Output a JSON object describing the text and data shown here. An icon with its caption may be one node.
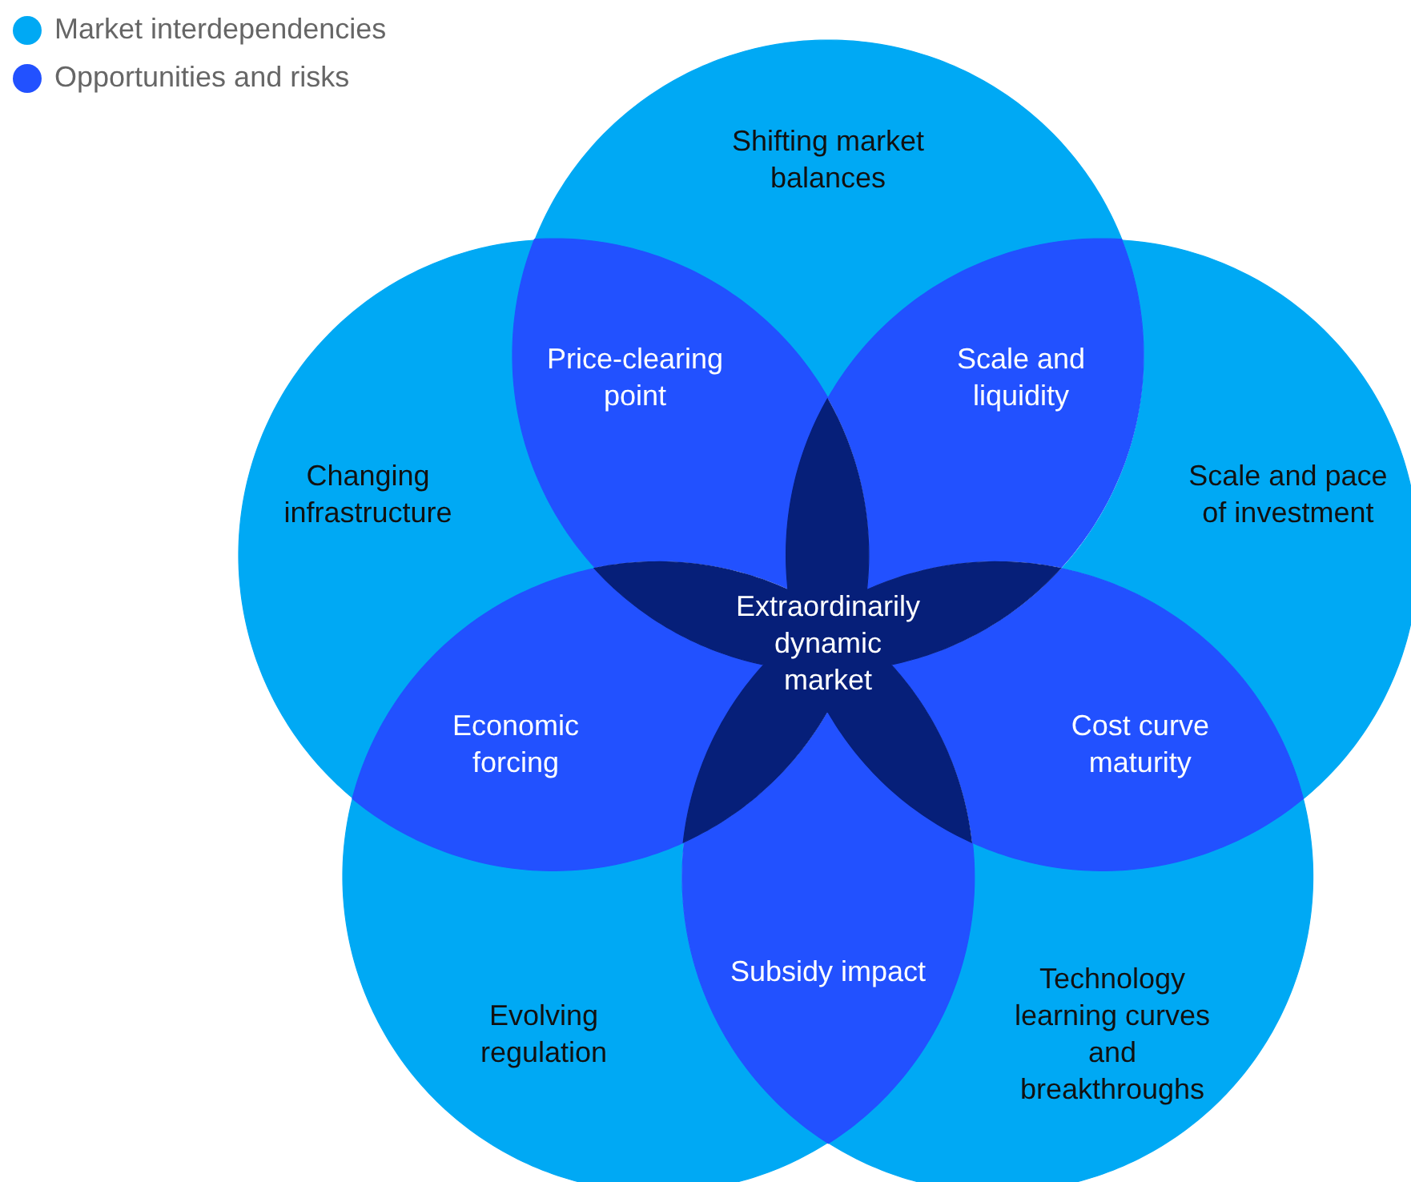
{
  "diagram": {
    "nodes": [
      {
        "text": [
          "Shifting market balances"
        ]
      },
      {
        "text": [
          "Price-clearing point"
        ]
      },
      {
        "text": [
          "Scale and liquidity"
        ]
      },
      {
        "text": [
          "Changing infrastructure"
        ]
      },
      {
        "text": [
          "Scale and pace of investment"
        ]
      },
      {
        "text": [
          "Extraordinarily dynamic market"
        ]
      },
      {
        "text": [
          "Economic forcing"
        ]
      },
      {
        "text": [
          "Cost curve maturity"
        ]
      },
      {
        "text": [
          "Subsidy impact"
        ]
      },
      {
        "text": [
          "Technology learning curves and breakthroughs"
        ]
      },
      {
        "text": [
          "Evolving regulation"
        ]
      }
    ],
    "legend": [
      {
        "text": "Market interdependencies",
        "color": "#00a9f4"
      },
      {
        "text": "Opportunities and risks",
        "color": "#2251ff"
      }
    ]
  }
}
